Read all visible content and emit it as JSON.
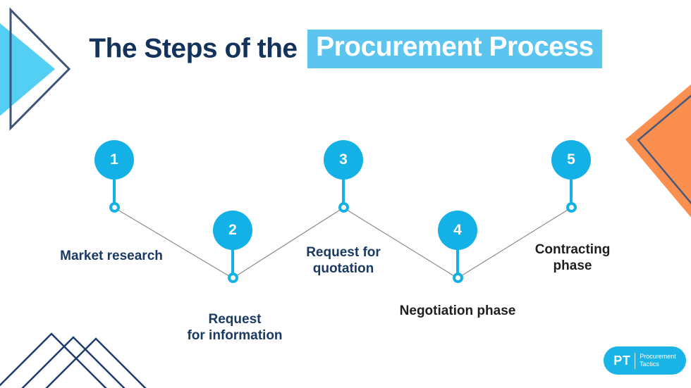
{
  "title": {
    "prefix": "The Steps of the",
    "highlight": "Procurement Process"
  },
  "steps": [
    {
      "number": "1",
      "label": "Market research"
    },
    {
      "number": "2",
      "label": "Request\nfor information"
    },
    {
      "number": "3",
      "label": "Request for\nquotation"
    },
    {
      "number": "4",
      "label": "Negotiation phase"
    },
    {
      "number": "5",
      "label": "Contracting\nphase"
    }
  ],
  "logo": {
    "abbr": "PT",
    "name_line1": "Procurement",
    "name_line2": "Tactics"
  },
  "colors": {
    "accent_cyan": "#14B1E6",
    "title_highlight_bg": "#5BC5EF",
    "title_navy": "#14335C",
    "label_navy": "#1B3A63",
    "label_dark": "#1F1F1F",
    "connector_gray": "#8C8C8C",
    "triangle_fill_blue": "#54CFF4",
    "triangle_outline_slate": "#3E5379",
    "bottom_triangle_navy": "#1E3C6B",
    "diamond_orange": "#FB8F4F",
    "diamond_outline_slate": "#44597C"
  }
}
